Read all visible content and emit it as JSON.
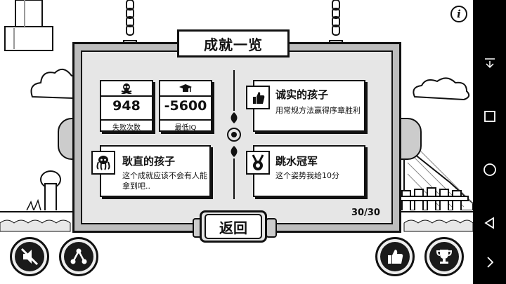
{
  "panel": {
    "title": "成就一览",
    "counter": "30/30",
    "back_label": "返回"
  },
  "stats": [
    {
      "icon": "skull-icon",
      "value": "948",
      "label": "失败次数"
    },
    {
      "icon": "graduation-cap-icon",
      "value": "-5600",
      "label": "最低IQ"
    }
  ],
  "achievements": [
    {
      "icon": "thumbs-up-icon",
      "title": "诚实的孩子",
      "desc": "用常规方法赢得序章胜利"
    },
    {
      "icon": "octopus-icon",
      "title": "耿直的孩子",
      "desc": "这个成就应该不会有人能拿到吧.."
    },
    {
      "icon": "medal-icon",
      "title": "跳水冠军",
      "desc": "这个姿势我给10分"
    }
  ],
  "info_label": "i",
  "colors": {
    "ink": "#111111",
    "panel": "#e6e6e6",
    "frame": "#bdbdbd",
    "card": "#ffffff"
  }
}
